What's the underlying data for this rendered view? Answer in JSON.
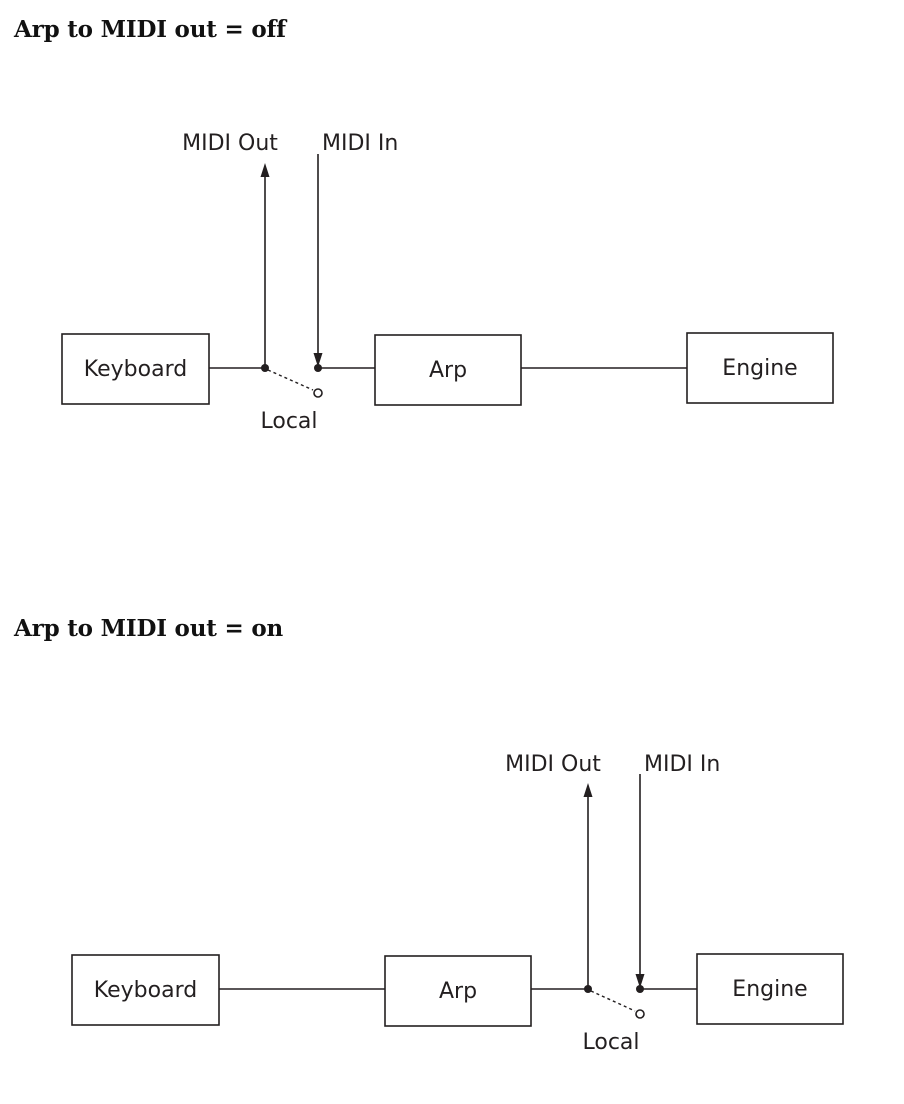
{
  "diagrams": [
    {
      "heading": "Arp to MIDI out = off",
      "keyboard_label": "Keyboard",
      "arp_label": "Arp",
      "engine_label": "Engine",
      "midi_out_label": "MIDI Out",
      "midi_in_label": "MIDI In",
      "local_label": "Local"
    },
    {
      "heading": "Arp to MIDI out = on",
      "keyboard_label": "Keyboard",
      "arp_label": "Arp",
      "engine_label": "Engine",
      "midi_out_label": "MIDI Out",
      "midi_in_label": "MIDI In",
      "local_label": "Local"
    }
  ]
}
